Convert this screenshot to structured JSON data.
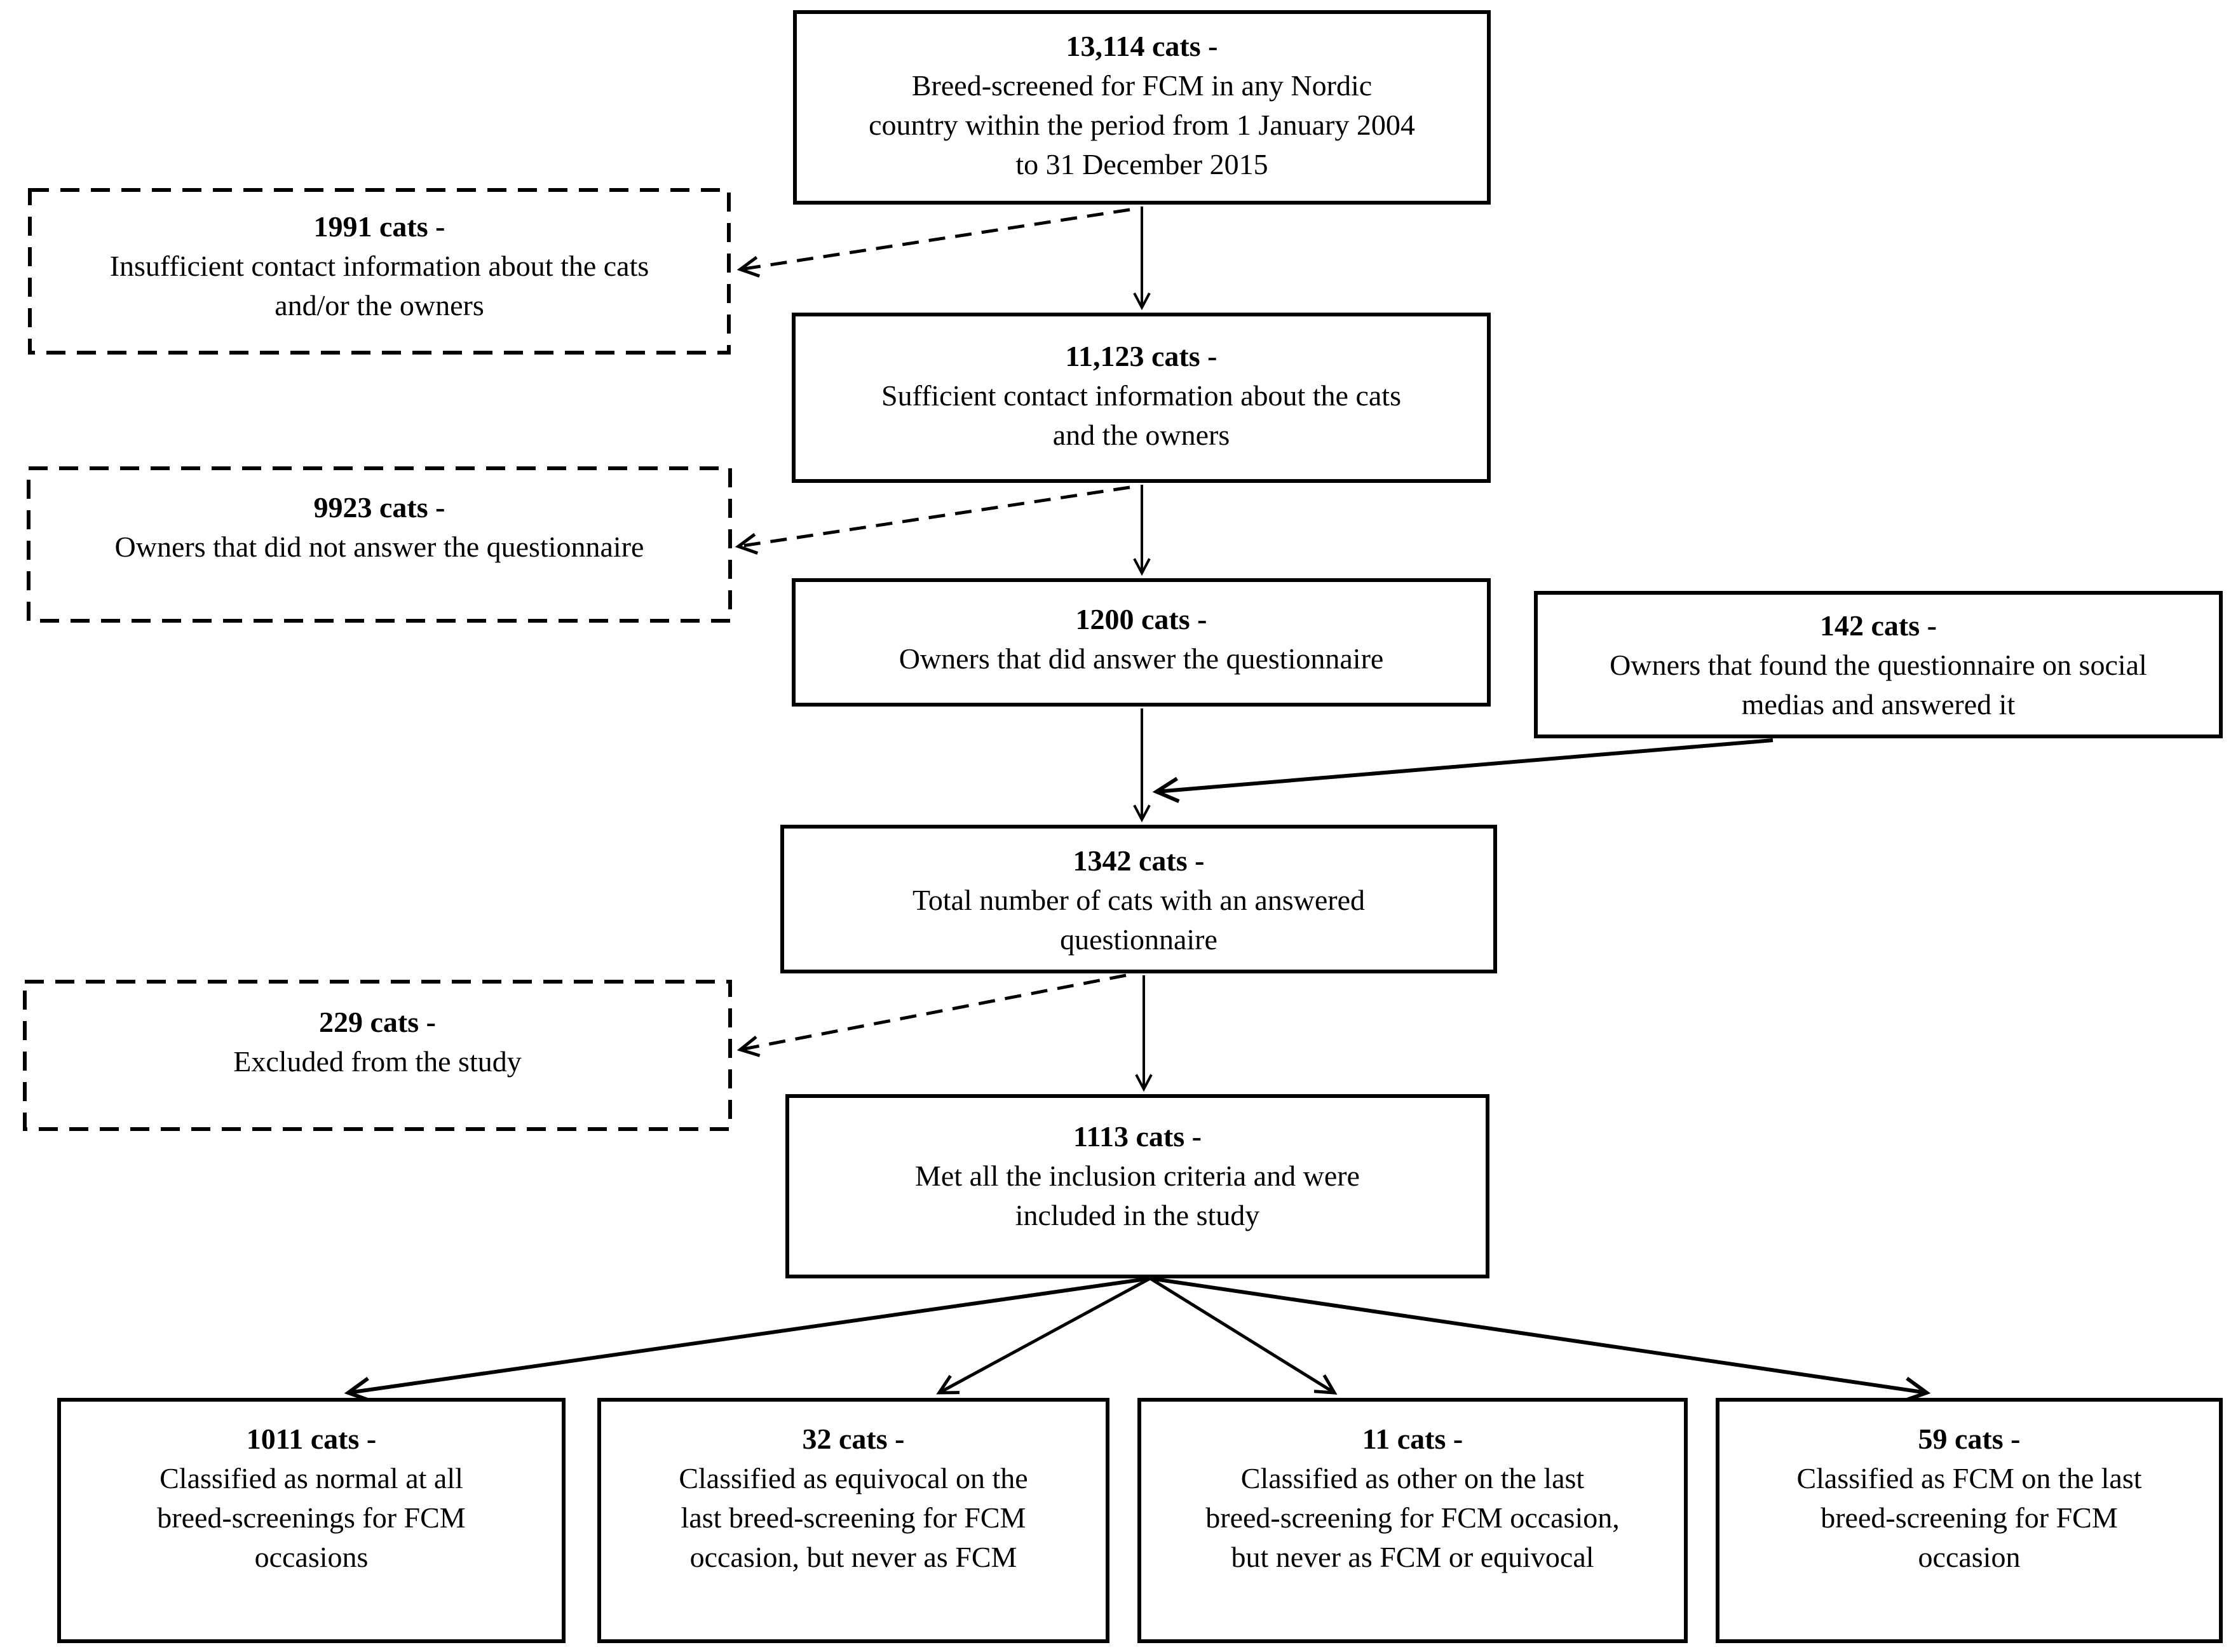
{
  "figure": {
    "type": "flowchart",
    "ink_color": "#000000",
    "background_color": "#ffffff"
  },
  "boxes": {
    "screened": {
      "title": "13,114 cats -",
      "desc": "Breed-screened for FCM in any Nordic\ncountry within the period from 1 January 2004\nto 31 December 2015"
    },
    "insufficient": {
      "title": "1991 cats -",
      "desc": "Insufficient contact information about the cats\nand/or the owners"
    },
    "sufficient": {
      "title": "11,123 cats -",
      "desc": "Sufficient contact information about the cats\nand the owners"
    },
    "no_answer": {
      "title": "9923 cats -",
      "desc": "Owners that did not answer the questionnaire"
    },
    "answered": {
      "title": "1200 cats -",
      "desc": "Owners that did answer the questionnaire"
    },
    "social_media": {
      "title": "142 cats -",
      "desc": "Owners that found the questionnaire on social\nmedias and answered it"
    },
    "total_answered": {
      "title": "1342 cats -",
      "desc": "Total number of cats with an answered\nquestionnaire"
    },
    "excluded": {
      "title": "229 cats -",
      "desc": "Excluded from the study"
    },
    "included": {
      "title": "1113 cats -",
      "desc": "Met all the inclusion criteria and were\nincluded in the study"
    },
    "normal": {
      "title": "1011 cats -",
      "desc": "Classified as normal at all\nbreed-screenings for FCM\noccasions"
    },
    "equivocal": {
      "title": "32 cats -",
      "desc": "Classified as equivocal on the\nlast breed-screening for FCM\noccasion, but never as FCM"
    },
    "other": {
      "title": "11 cats -",
      "desc": "Classified as other on the last\nbreed-screening for FCM occasion,\nbut never as FCM or equivocal"
    },
    "fcm": {
      "title": "59 cats -",
      "desc": "Classified as FCM on the last\nbreed-screening for FCM\noccasion"
    }
  }
}
